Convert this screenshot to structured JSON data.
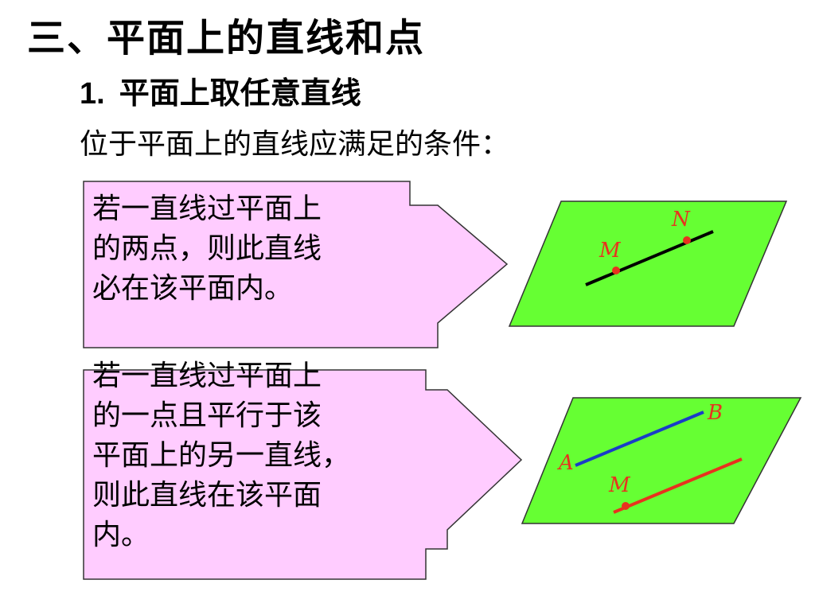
{
  "heading": {
    "title": "三、平面上的直线和点",
    "section_number": "1.",
    "section_title": "平面上取任意直线",
    "intro": "位于平面上的直线应满足的条件："
  },
  "conditions": [
    {
      "text": "若一直线过平面上\n的两点，则此直线\n必在该平面内。"
    },
    {
      "text": "若一直线过平面上\n的一点且平行于该\n平面上的另一直线，\n则此直线在该平面\n内。"
    }
  ],
  "diagrams": [
    {
      "points": [
        {
          "label": "M"
        },
        {
          "label": "N"
        }
      ]
    },
    {
      "points": [
        {
          "label": "A"
        },
        {
          "label": "B"
        },
        {
          "label": "M"
        }
      ]
    }
  ],
  "colors": {
    "plane_fill": "#66ff33",
    "callout_fill": "#ffccff",
    "line_black": "#000000",
    "line_blue": "#1a3cc8",
    "line_red": "#e8321e",
    "point_red": "#e8321e",
    "label_red": "#e8321e"
  }
}
